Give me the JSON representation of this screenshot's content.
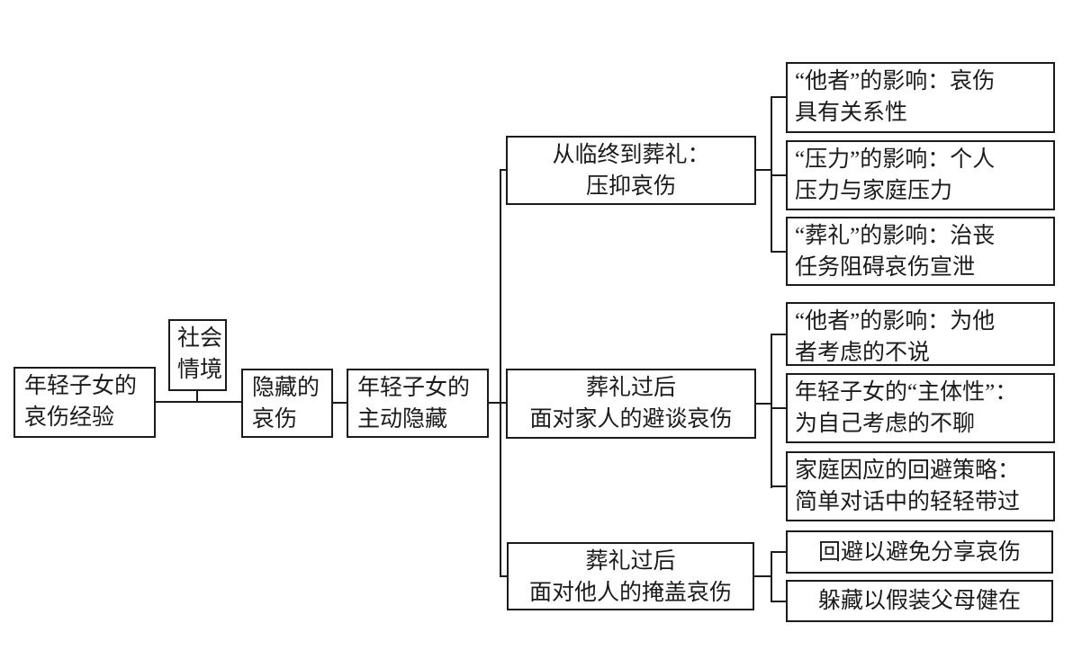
{
  "colors": {
    "line": "#1b1b1b",
    "text": "#1b1b1b",
    "background": "#ffffff"
  },
  "diagram": {
    "nodes": {
      "root": {
        "line1": "年轻子女的",
        "line2": "哀伤经验"
      },
      "context": {
        "line1": "社会",
        "line2": "情境"
      },
      "hidden": {
        "line1": "隐藏的",
        "line2": "哀伤"
      },
      "active": {
        "line1": "年轻子女的",
        "line2": "主动隐藏"
      }
    },
    "branches": [
      {
        "line1": "从临终到葬礼：",
        "line2": "压抑哀伤"
      },
      {
        "line1": "葬礼过后",
        "line2": "面对家人的避谈哀伤"
      },
      {
        "line1": "葬礼过后",
        "line2": "面对他人的掩盖哀伤"
      }
    ],
    "leaves": [
      {
        "line1": "“他者”的影响：哀伤",
        "line2": "具有关系性"
      },
      {
        "line1": "“压力”的影响：个人",
        "line2": "压力与家庭压力"
      },
      {
        "line1": "“葬礼”的影响：治丧",
        "line2": "任务阻碍哀伤宣泄"
      },
      {
        "line1": "“他者”的影响：为他",
        "line2": "者考虑的不说"
      },
      {
        "line1": "年轻子女的“主体性”：",
        "line2": "为自己考虑的不聊"
      },
      {
        "line1": "家庭因应的回避策略：",
        "line2": "简单对话中的轻轻带过"
      },
      {
        "line1": "回避以避免分享哀伤"
      },
      {
        "line1": "躲藏以假装父母健在"
      }
    ]
  }
}
